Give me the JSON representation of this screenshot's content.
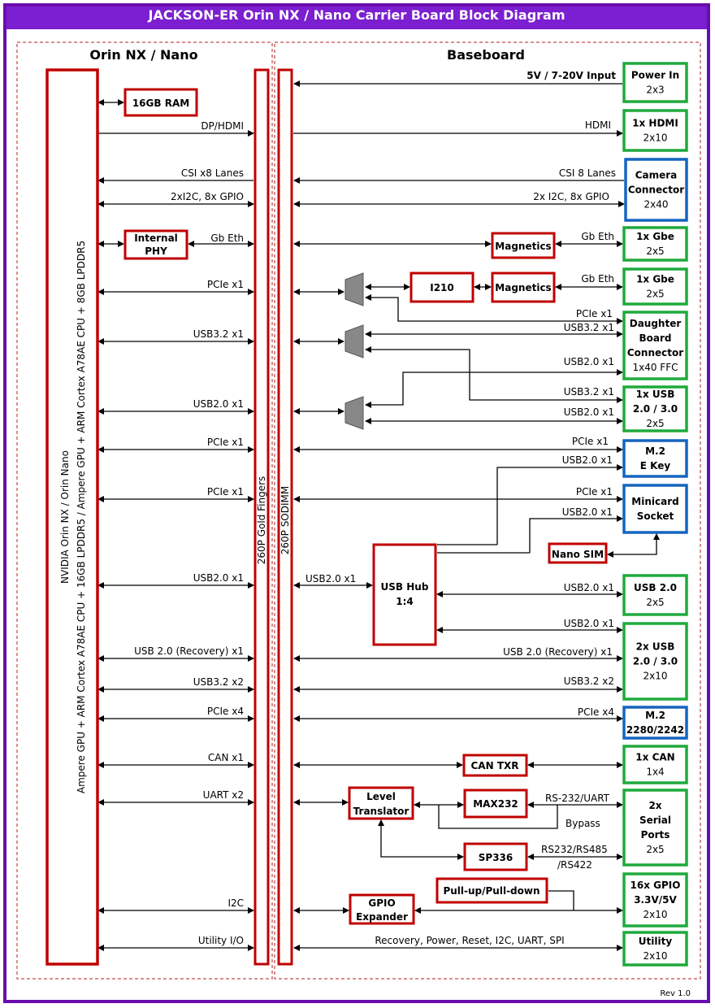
{
  "title": "JACKSON-ER Orin NX / Nano Carrier Board Block Diagram",
  "revision": "Rev 1.0",
  "sections": {
    "left": "Orin NX / Nano",
    "right": "Baseboard"
  },
  "module": {
    "line1": "NVIDIA Orin NX / Orin Nano",
    "line2": "Ampere GPU + ARM Cortex A78AE CPU + 16GB LPDDR5 /  Ampere GPU + ARM Cortex A78AE CPU + 8GB LPDDR5"
  },
  "gold_fingers": "260P Gold Fingers",
  "sodimm": "260P SODIMM",
  "ram": "16GB RAM",
  "internal_phy": [
    "Internal",
    "PHY"
  ],
  "module_signals": {
    "dp_hdmi": "DP/HDMI",
    "csi": "CSI x8 Lanes",
    "i2c_gpio": "2xI2C, 8x GPIO",
    "gb_eth": "Gb Eth",
    "pcie1": "PCIe x1",
    "usb32": "USB3.2 x1",
    "usb20": "USB2.0 x1",
    "pcie1b": "PCIe x1",
    "pcie1c": "PCIe x1",
    "usb20b": "USB2.0 x1",
    "usb20_recovery": "USB 2.0 (Recovery) x1",
    "usb32x2": "USB3.2 x2",
    "pcie4": "PCIe x4",
    "can": "CAN x1",
    "uart": "UART x2",
    "i2c": "I2C",
    "utility_io": "Utility I/O"
  },
  "baseboard_signals": {
    "power_input": "5V / 7-20V Input",
    "hdmi": "HDMI",
    "csi": "CSI 8 Lanes",
    "i2c_gpio": "2x I2C, 8x GPIO",
    "gb_eth1": "Gb Eth",
    "gb_eth2": "Gb Eth",
    "db_pcie": "PCIe x1",
    "db_usb32": "USB3.2 x1",
    "db_usb20": "USB2.0 x1",
    "usb_port_usb32": "USB3.2 x1",
    "usb_port_usb20": "USB2.0 x1",
    "m2e_pcie": "PCIe x1",
    "m2e_usb20": "USB2.0 x1",
    "mini_pcie": "PCIe x1",
    "mini_usb20": "USB2.0 x1",
    "hub_in": "USB2.0 x1",
    "hub_out1": "USB2.0 x1",
    "hub_out2": "USB2.0 x1",
    "usb_recovery": "USB 2.0 (Recovery) x1",
    "usb32x2": "USB3.2 x2",
    "pcie4": "PCIe x4",
    "rs232_uart": "RS-232/UART",
    "bypass": "Bypass",
    "rs232_485": "RS232/RS485",
    "rs422": "/RS422",
    "utility_signals": "Recovery, Power, Reset, I2C, UART, SPI"
  },
  "internal_blocks": {
    "magnetics1": "Magnetics",
    "magnetics2": "Magnetics",
    "i210": "I210",
    "usb_hub": [
      "USB Hub",
      "1:4"
    ],
    "nano_sim": "Nano SIM",
    "can_txr": "CAN TXR",
    "level_translator": [
      "Level",
      "Translator"
    ],
    "max232": "MAX232",
    "sp336": "SP336",
    "pull_up_down": "Pull-up/Pull-down",
    "gpio_expander": [
      "GPIO",
      "Expander"
    ]
  },
  "connectors": [
    {
      "lines": [
        "Power In"
      ],
      "sub": "2x3",
      "color": "green"
    },
    {
      "lines": [
        "1x HDMI"
      ],
      "sub": "2x10",
      "color": "green"
    },
    {
      "lines": [
        "Camera",
        "Connector"
      ],
      "sub": "2x40",
      "color": "blue"
    },
    {
      "lines": [
        "1x Gbe"
      ],
      "sub": "2x5",
      "color": "green"
    },
    {
      "lines": [
        "1x Gbe"
      ],
      "sub": "2x5",
      "color": "green"
    },
    {
      "lines": [
        "Daughter",
        "Board",
        "Connector"
      ],
      "sub": "1x40 FFC",
      "color": "green"
    },
    {
      "lines": [
        "1x USB",
        "2.0 / 3.0"
      ],
      "sub": "2x5",
      "color": "green"
    },
    {
      "lines": [
        "M.2",
        "E Key"
      ],
      "sub": "",
      "color": "blue"
    },
    {
      "lines": [
        "Minicard",
        "Socket"
      ],
      "sub": "",
      "color": "blue"
    },
    {
      "lines": [
        "USB 2.0"
      ],
      "sub": "2x5",
      "color": "green"
    },
    {
      "lines": [
        "2x USB",
        "2.0 / 3.0"
      ],
      "sub": "2x10",
      "color": "green"
    },
    {
      "lines": [
        "M.2",
        "2280/2242"
      ],
      "sub": "",
      "color": "blue"
    },
    {
      "lines": [
        "1x CAN"
      ],
      "sub": "1x4",
      "color": "green"
    },
    {
      "lines": [
        "2x",
        "Serial",
        "Ports"
      ],
      "sub": "2x5",
      "color": "green"
    },
    {
      "lines": [
        "16x GPIO",
        "3.3V/5V"
      ],
      "sub": "2x10",
      "color": "green"
    },
    {
      "lines": [
        "Utility"
      ],
      "sub": "2x10",
      "color": "green"
    }
  ],
  "colors": {
    "frame": "#6a0dad",
    "red": "#c00000",
    "green": "#1faa3c",
    "blue": "#1565c0",
    "power_text": "#ff0000"
  }
}
